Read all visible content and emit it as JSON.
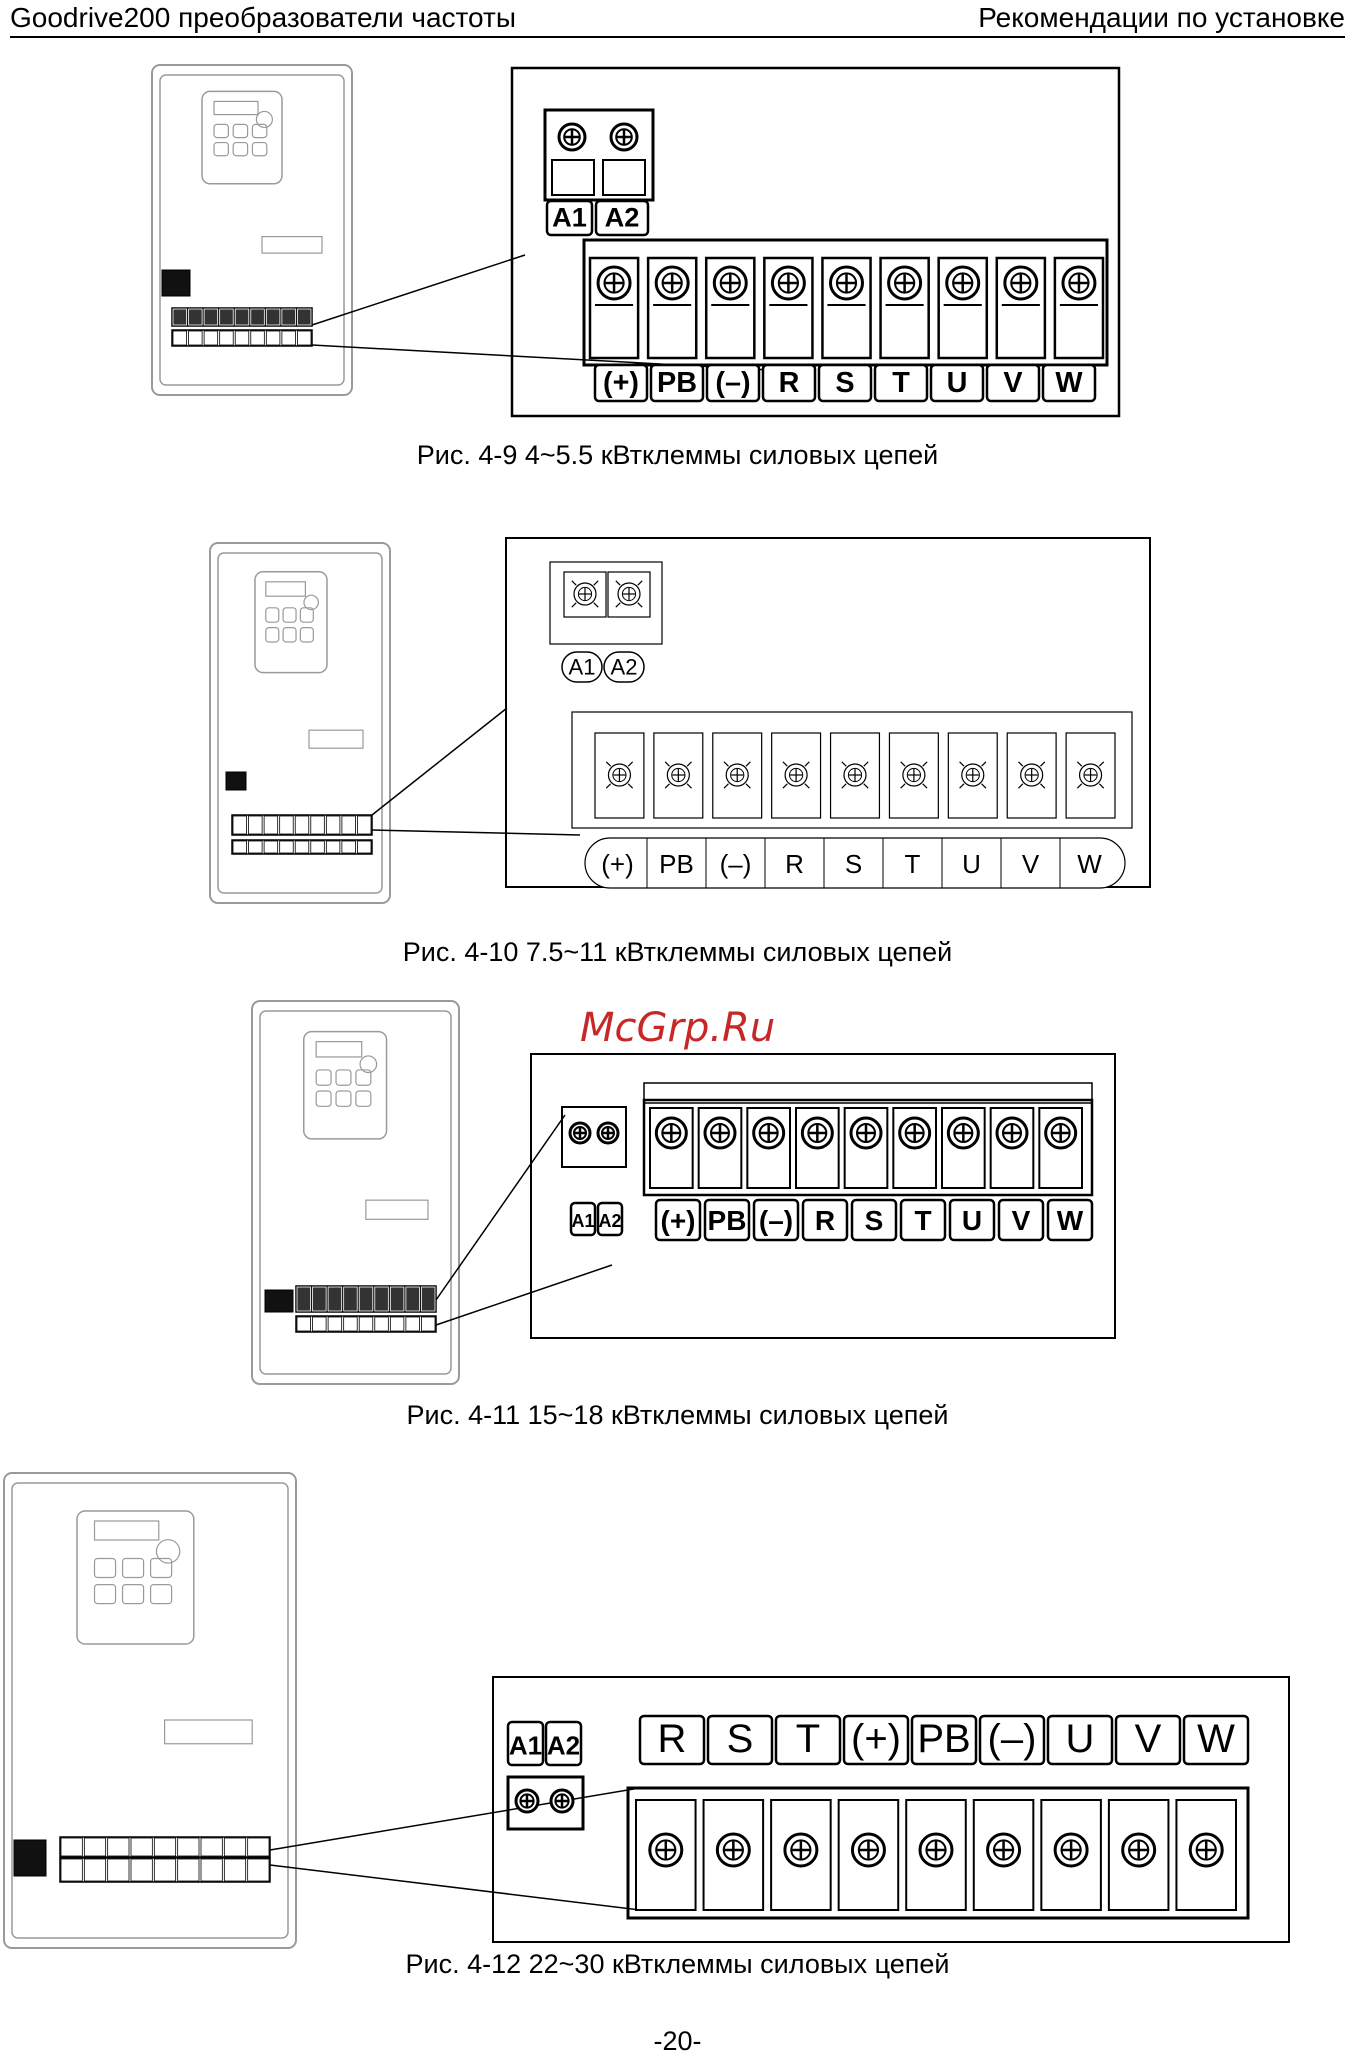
{
  "header": {
    "left": "Goodrive200 преобразователи частоты",
    "right": "Рекомендации по установке"
  },
  "watermark": "McGrp.Ru",
  "figures": [
    {
      "caption": "Рис. 4-9 4~5.5 кВтклеммы силовых цепей",
      "aux_labels": [
        "A1",
        "A2"
      ],
      "main_labels": [
        "(+)",
        "PB",
        "(–)",
        "R",
        "S",
        "T",
        "U",
        "V",
        "W"
      ]
    },
    {
      "caption": "Рис. 4-10 7.5~11 кВтклеммы силовых цепей",
      "aux_labels": [
        "A1",
        "A2"
      ],
      "main_labels": [
        "(+)",
        "PB",
        "(–)",
        "R",
        "S",
        "T",
        "U",
        "V",
        "W"
      ]
    },
    {
      "caption": "Рис. 4-11 15~18 кВтклеммы силовых цепей",
      "aux_labels": [
        "A1",
        "A2"
      ],
      "main_labels": [
        "(+)",
        "PB",
        "(–)",
        "R",
        "S",
        "T",
        "U",
        "V",
        "W"
      ]
    },
    {
      "caption": "Рис. 4-12 22~30 кВтклеммы силовых цепей",
      "aux_labels": [
        "A1",
        "A2"
      ],
      "main_labels": [
        "R",
        "S",
        "T",
        "(+)",
        "PB",
        "(–)",
        "U",
        "V",
        "W"
      ]
    }
  ],
  "page_number": "-20-"
}
